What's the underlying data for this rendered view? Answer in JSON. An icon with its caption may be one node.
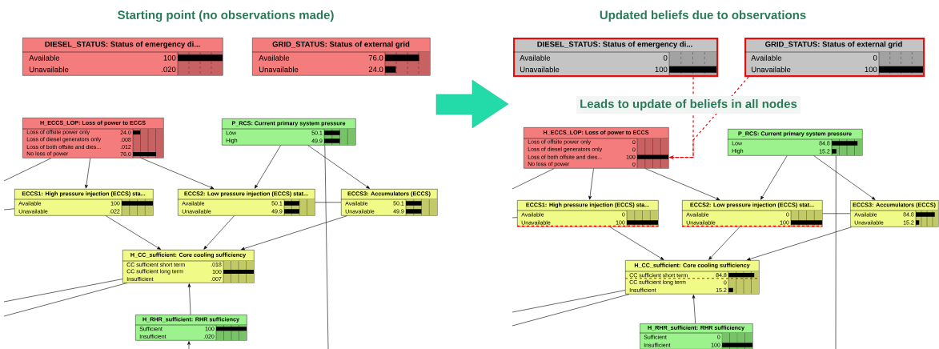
{
  "diagram": {
    "nodes": [
      {
        "text": [
          "DIESEL_STATUS: Status of emergency di...",
          "Available",
          "100",
          "Unavailable",
          ".020"
        ]
      },
      {
        "text": [
          "GRID_STATUS: Status of external grid",
          "Available",
          "76.0",
          "Unavailable",
          "24.0"
        ]
      },
      {
        "text": [
          "H_ECCS_LOP: Loss of power to ECCS",
          "Loss of offsite power only",
          "24.0",
          "Loss of diesel generators only",
          ".008",
          "Loss of both offsite and dies...",
          ".012",
          "No loss of power",
          "76.0"
        ]
      },
      {
        "text": [
          "P_RCS: Current primary system pressure",
          "Low",
          "50.1",
          "High",
          "49.9"
        ]
      },
      {
        "text": [
          "ECCS1: High pressure injection (ECCS) sta...",
          "Available",
          "100",
          "Unavailable",
          ".022"
        ]
      },
      {
        "text": [
          "ECCS2: Low pressure injection (ECCS) stat...",
          "Available",
          "50.1",
          "Unavailable",
          "49.9"
        ]
      },
      {
        "text": [
          "ECCS3: Accumulators (ECCS)",
          "Available",
          "50.1",
          "Unavailable",
          "49.9"
        ]
      },
      {
        "text": [
          "H_CC_sufficient: Core cooling sufficiency",
          "CC sufficient short term",
          ".018",
          "CC sufficient long term",
          "100",
          "Insufficient",
          ".007"
        ]
      },
      {
        "text": [
          "H_RHR_sufficient: RHR sufficiency",
          "Sufficient",
          "100",
          "Insufficient",
          ".020"
        ]
      },
      {
        "text": [
          "DIESEL_STATUS: Status of emergency di...",
          "Available",
          "0",
          "Unavailable",
          "100"
        ]
      },
      {
        "text": [
          "GRID_STATUS: Status of external grid",
          "Available",
          "0",
          "Unavailable",
          "100"
        ]
      },
      {
        "text": [
          "H_ECCS_LOP: Loss of power to ECCS",
          "Loss of offsite power only",
          "0",
          "Loss of diesel generators only",
          "0",
          "Loss of both offsite and dies...",
          "100",
          "No loss of power",
          "0"
        ]
      },
      {
        "text": [
          "P_RCS: Current primary system pressure",
          "Low",
          "84.8",
          "High",
          "15.2"
        ]
      },
      {
        "text": [
          "ECCS1: High pressure injection (ECCS) sta...",
          "Available",
          "0",
          "Unavailable",
          "100"
        ]
      },
      {
        "text": [
          "ECCS2: Low pressure injection (ECCS) stat...",
          "Available",
          "0",
          "Unavailable",
          "100"
        ]
      },
      {
        "text": [
          "ECCS3: Accumulators (ECCS)",
          "Available",
          "84.8",
          "Unavailable",
          "15.2"
        ]
      },
      {
        "text": [
          "H_CC_sufficient: Core cooling sufficiency",
          "CC sufficient short term",
          "84.8",
          "CC sufficient long term",
          "0",
          "Insufficient",
          "15.2"
        ]
      },
      {
        "text": [
          "H_RHR_sufficient: RHR sufficiency",
          "Sufficient",
          "0",
          "Insufficient",
          "100"
        ]
      }
    ],
    "edges": [
      {
        "from": 2,
        "to": 4,
        "arrow": "to"
      },
      {
        "from": 2,
        "to": 5,
        "arrow": "to"
      },
      {
        "from": 3,
        "to": 5,
        "arrow": "to"
      },
      {
        "from": 3,
        "to": 6,
        "arrow": "to"
      },
      {
        "from": 4,
        "to": 7,
        "arrow": "to"
      },
      {
        "from": 5,
        "to": 7,
        "arrow": "to"
      },
      {
        "from": 6,
        "to": 7,
        "arrow": "to"
      },
      {
        "from": 8,
        "to": 7,
        "arrow": "to"
      },
      {
        "from": 5,
        "to": 6,
        "arrow": "none"
      },
      {
        "from": 2,
        "to": null,
        "arrow": "none"
      },
      {
        "from": 4,
        "to": null,
        "arrow": "none"
      },
      {
        "from": 7,
        "to": null,
        "arrow": "none"
      },
      {
        "from": 7,
        "to": null,
        "arrow": "none"
      },
      {
        "from": 3,
        "to": null,
        "arrow": "none"
      },
      {
        "from": null,
        "to": 8,
        "arrow": "to"
      },
      {
        "from": 11,
        "to": 13,
        "arrow": "to"
      },
      {
        "from": 11,
        "to": 14,
        "arrow": "to"
      },
      {
        "from": 12,
        "to": 14,
        "arrow": "to"
      },
      {
        "from": 12,
        "to": 15,
        "arrow": "to"
      },
      {
        "from": 13,
        "to": 16,
        "arrow": "to"
      },
      {
        "from": 14,
        "to": 16,
        "arrow": "to"
      },
      {
        "from": 15,
        "to": 16,
        "arrow": "to"
      },
      {
        "from": 17,
        "to": 16,
        "arrow": "to"
      },
      {
        "from": 14,
        "to": 15,
        "arrow": "none"
      },
      {
        "from": 11,
        "to": null,
        "arrow": "none"
      },
      {
        "from": 13,
        "to": null,
        "arrow": "none"
      },
      {
        "from": 16,
        "to": null,
        "arrow": "none"
      },
      {
        "from": 16,
        "to": null,
        "arrow": "none"
      },
      {
        "from": 12,
        "to": null,
        "arrow": "none"
      },
      {
        "from": 9,
        "to": 11,
        "arrow": "to",
        "style": "dashed",
        "color": "#e01010"
      },
      {
        "from": 10,
        "to": 11,
        "arrow": "to",
        "style": "dashed",
        "color": "#e01010"
      }
    ],
    "labels": [
      "Starting point (no observations made)",
      "Updated beliefs due to observations",
      "Leads to update of beliefs in all nodes"
    ]
  }
}
